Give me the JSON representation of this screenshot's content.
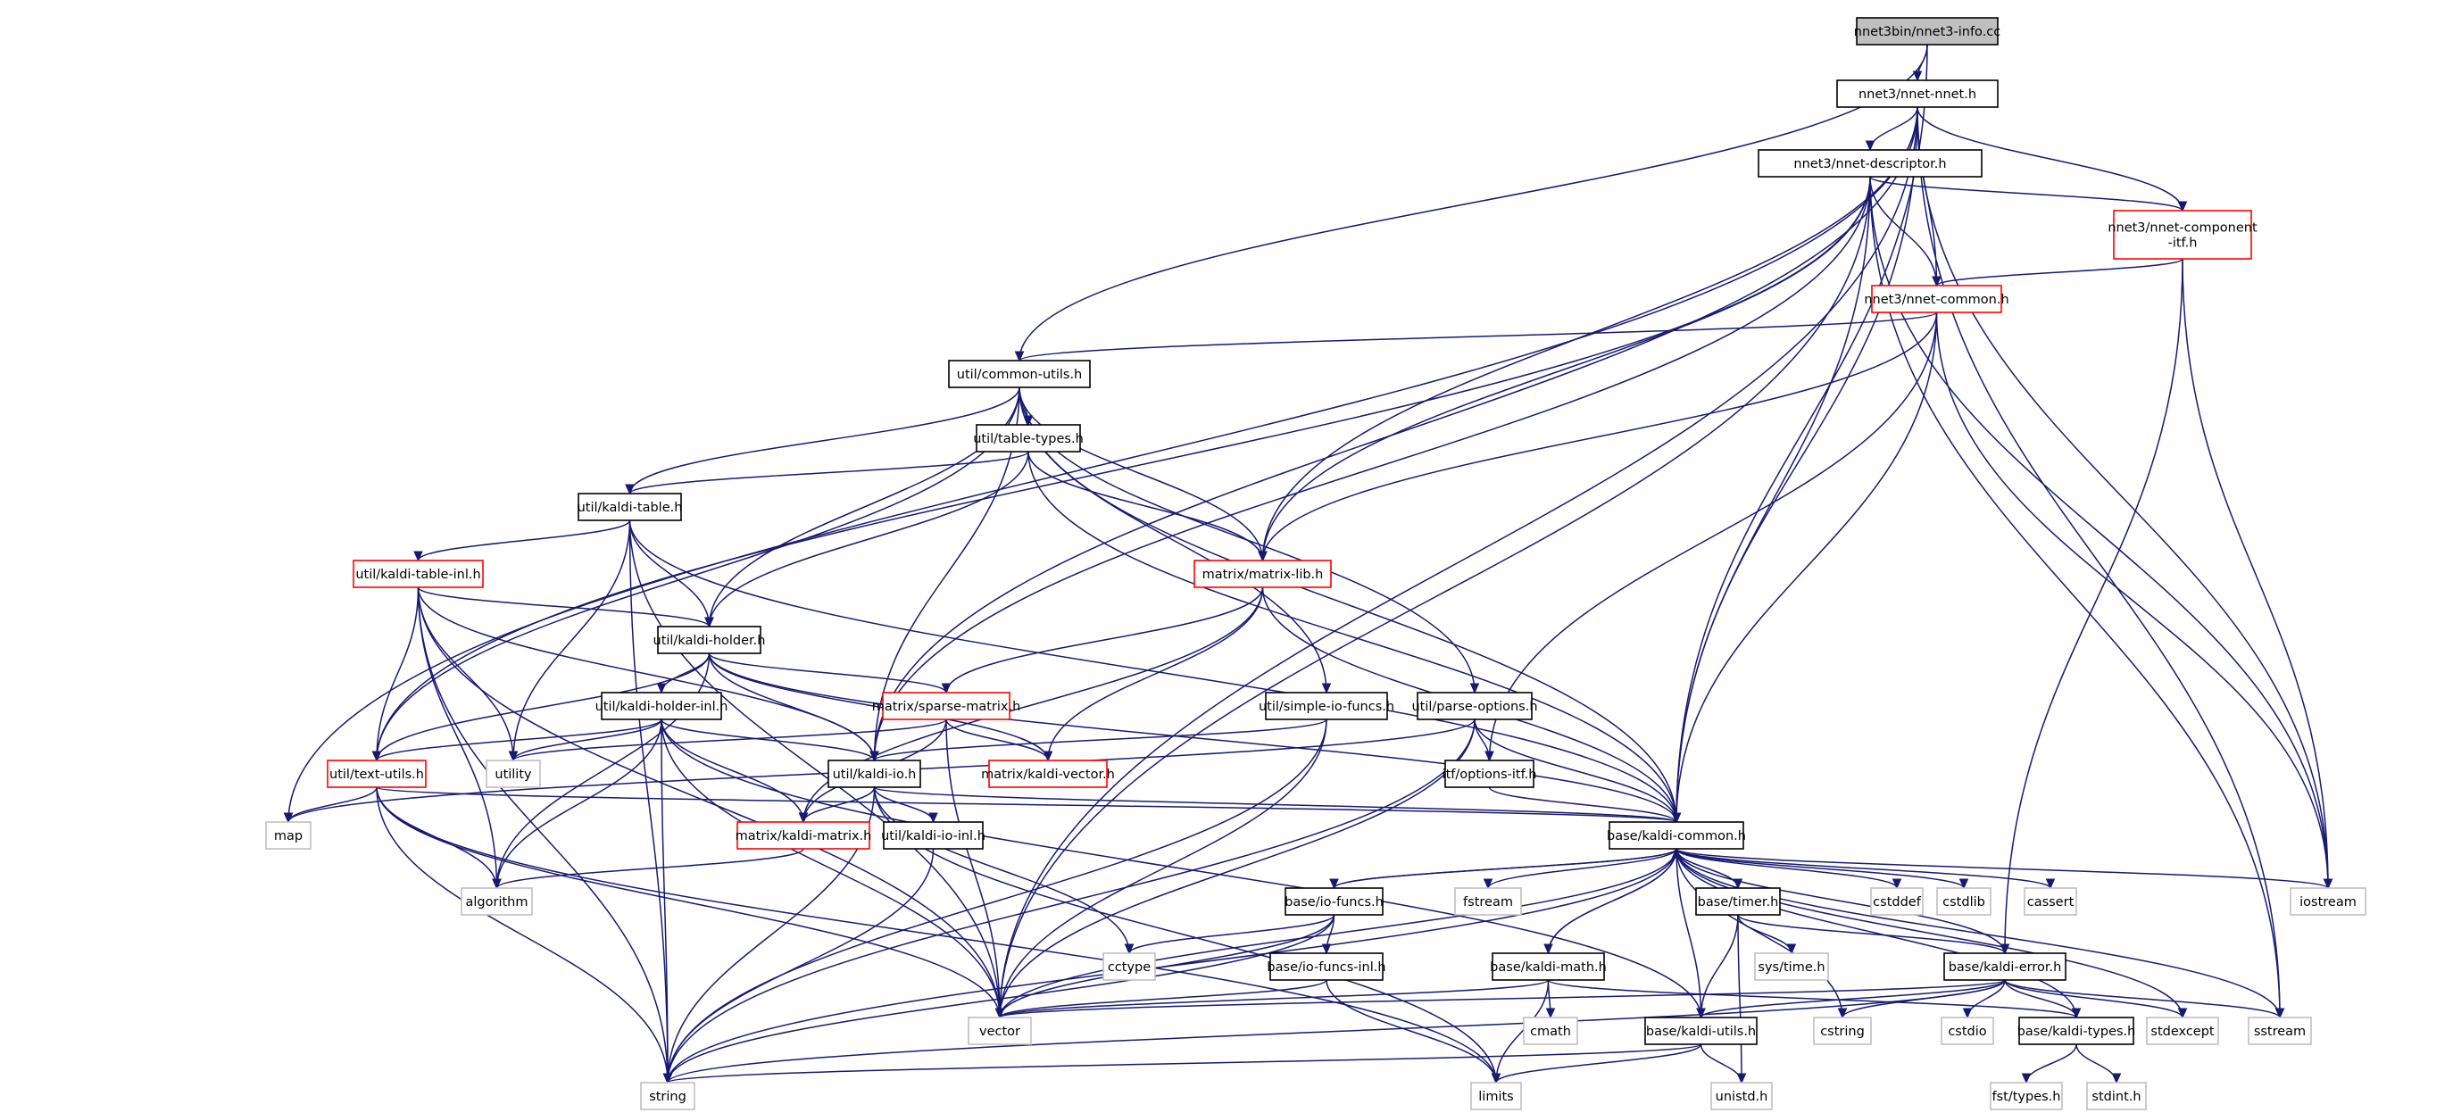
{
  "colors": {
    "edge": "#191970",
    "border_normal": "#000000",
    "border_truncated": "#ff0000",
    "border_system": "#bfbfbf",
    "root_fill": "#bfbfbf",
    "node_fill": "#ffffff"
  },
  "nodes": [
    {
      "id": "root",
      "label": "nnet3bin/nnet3-info.cc",
      "kind": "root"
    },
    {
      "id": "nnet_nnet",
      "label": "nnet3/nnet-nnet.h",
      "kind": "normal"
    },
    {
      "id": "nnet_desc",
      "label": "nnet3/nnet-descriptor.h",
      "kind": "normal"
    },
    {
      "id": "nnet_comp",
      "label": "nnet3/nnet-component\n-itf.h",
      "kind": "truncated"
    },
    {
      "id": "nnet_common",
      "label": "nnet3/nnet-common.h",
      "kind": "truncated"
    },
    {
      "id": "common_utils",
      "label": "util/common-utils.h",
      "kind": "normal"
    },
    {
      "id": "table_types",
      "label": "util/table-types.h",
      "kind": "normal"
    },
    {
      "id": "kaldi_table",
      "label": "util/kaldi-table.h",
      "kind": "normal"
    },
    {
      "id": "matrix_lib",
      "label": "matrix/matrix-lib.h",
      "kind": "truncated"
    },
    {
      "id": "kaldi_table_inl",
      "label": "util/kaldi-table-inl.h",
      "kind": "truncated"
    },
    {
      "id": "kaldi_holder",
      "label": "util/kaldi-holder.h",
      "kind": "normal"
    },
    {
      "id": "kaldi_holder_inl",
      "label": "util/kaldi-holder-inl.h",
      "kind": "normal"
    },
    {
      "id": "sparse_matrix",
      "label": "matrix/sparse-matrix.h",
      "kind": "truncated"
    },
    {
      "id": "simple_io",
      "label": "util/simple-io-funcs.h",
      "kind": "normal"
    },
    {
      "id": "parse_options",
      "label": "util/parse-options.h",
      "kind": "normal"
    },
    {
      "id": "text_utils",
      "label": "util/text-utils.h",
      "kind": "truncated"
    },
    {
      "id": "utility",
      "label": "utility",
      "kind": "system"
    },
    {
      "id": "kaldi_io",
      "label": "util/kaldi-io.h",
      "kind": "normal"
    },
    {
      "id": "kaldi_vector",
      "label": "matrix/kaldi-vector.h",
      "kind": "truncated"
    },
    {
      "id": "options_itf",
      "label": "itf/options-itf.h",
      "kind": "normal"
    },
    {
      "id": "map",
      "label": "map",
      "kind": "system"
    },
    {
      "id": "kaldi_matrix",
      "label": "matrix/kaldi-matrix.h",
      "kind": "truncated"
    },
    {
      "id": "kaldi_io_inl",
      "label": "util/kaldi-io-inl.h",
      "kind": "normal"
    },
    {
      "id": "kaldi_common",
      "label": "base/kaldi-common.h",
      "kind": "normal"
    },
    {
      "id": "algorithm",
      "label": "algorithm",
      "kind": "system"
    },
    {
      "id": "io_funcs",
      "label": "base/io-funcs.h",
      "kind": "normal"
    },
    {
      "id": "fstream",
      "label": "fstream",
      "kind": "system"
    },
    {
      "id": "timer",
      "label": "base/timer.h",
      "kind": "normal"
    },
    {
      "id": "cstddef",
      "label": "cstddef",
      "kind": "system"
    },
    {
      "id": "cstdlib",
      "label": "cstdlib",
      "kind": "system"
    },
    {
      "id": "cassert",
      "label": "cassert",
      "kind": "system"
    },
    {
      "id": "iostream",
      "label": "iostream",
      "kind": "system"
    },
    {
      "id": "cctype",
      "label": "cctype",
      "kind": "system"
    },
    {
      "id": "io_funcs_inl",
      "label": "base/io-funcs-inl.h",
      "kind": "normal"
    },
    {
      "id": "sys_time",
      "label": "sys/time.h",
      "kind": "system"
    },
    {
      "id": "kaldi_math",
      "label": "base/kaldi-math.h",
      "kind": "normal"
    },
    {
      "id": "kaldi_error",
      "label": "base/kaldi-error.h",
      "kind": "normal"
    },
    {
      "id": "vector",
      "label": "vector",
      "kind": "system"
    },
    {
      "id": "cmath",
      "label": "cmath",
      "kind": "system"
    },
    {
      "id": "kaldi_utils",
      "label": "base/kaldi-utils.h",
      "kind": "normal"
    },
    {
      "id": "cstring",
      "label": "cstring",
      "kind": "system"
    },
    {
      "id": "cstdio",
      "label": "cstdio",
      "kind": "system"
    },
    {
      "id": "kaldi_types",
      "label": "base/kaldi-types.h",
      "kind": "normal"
    },
    {
      "id": "stdexcept",
      "label": "stdexcept",
      "kind": "system"
    },
    {
      "id": "sstream",
      "label": "sstream",
      "kind": "system"
    },
    {
      "id": "string",
      "label": "string",
      "kind": "system"
    },
    {
      "id": "limits",
      "label": "limits",
      "kind": "system"
    },
    {
      "id": "unistd",
      "label": "unistd.h",
      "kind": "system"
    },
    {
      "id": "fst_types",
      "label": "fst/types.h",
      "kind": "system"
    },
    {
      "id": "stdint",
      "label": "stdint.h",
      "kind": "system"
    }
  ],
  "edges": [
    [
      "root",
      "nnet_nnet"
    ],
    [
      "root",
      "common_utils"
    ],
    [
      "root",
      "kaldi_common"
    ],
    [
      "nnet_nnet",
      "nnet_desc"
    ],
    [
      "nnet_nnet",
      "nnet_comp"
    ],
    [
      "nnet_nnet",
      "nnet_common"
    ],
    [
      "nnet_nnet",
      "matrix_lib"
    ],
    [
      "nnet_nnet",
      "kaldi_io"
    ],
    [
      "nnet_nnet",
      "map"
    ],
    [
      "nnet_nnet",
      "vector"
    ],
    [
      "nnet_nnet",
      "iostream"
    ],
    [
      "nnet_nnet",
      "sstream"
    ],
    [
      "nnet_nnet",
      "kaldi_common"
    ],
    [
      "nnet_desc",
      "nnet_comp"
    ],
    [
      "nnet_desc",
      "nnet_common"
    ],
    [
      "nnet_desc",
      "matrix_lib"
    ],
    [
      "nnet_desc",
      "text_utils"
    ],
    [
      "nnet_desc",
      "kaldi_io"
    ],
    [
      "nnet_desc",
      "kaldi_common"
    ],
    [
      "nnet_desc",
      "vector"
    ],
    [
      "nnet_desc",
      "iostream"
    ],
    [
      "nnet_desc",
      "sstream"
    ],
    [
      "nnet_comp",
      "nnet_common"
    ],
    [
      "nnet_comp",
      "iostream"
    ],
    [
      "nnet_comp",
      "kaldi_error"
    ],
    [
      "nnet_common",
      "common_utils"
    ],
    [
      "nnet_common",
      "matrix_lib"
    ],
    [
      "nnet_common",
      "kaldi_common"
    ],
    [
      "nnet_common",
      "options_itf"
    ],
    [
      "nnet_common",
      "iostream"
    ],
    [
      "common_utils",
      "table_types"
    ],
    [
      "common_utils",
      "kaldi_table"
    ],
    [
      "common_utils",
      "kaldi_holder"
    ],
    [
      "common_utils",
      "kaldi_io"
    ],
    [
      "common_utils",
      "matrix_lib"
    ],
    [
      "common_utils",
      "simple_io"
    ],
    [
      "common_utils",
      "parse_options"
    ],
    [
      "common_utils",
      "text_utils"
    ],
    [
      "common_utils",
      "kaldi_common"
    ],
    [
      "table_types",
      "kaldi_table"
    ],
    [
      "table_types",
      "kaldi_holder"
    ],
    [
      "table_types",
      "matrix_lib"
    ],
    [
      "table_types",
      "kaldi_common"
    ],
    [
      "kaldi_table",
      "kaldi_table_inl"
    ],
    [
      "kaldi_table",
      "kaldi_holder"
    ],
    [
      "kaldi_table",
      "utility"
    ],
    [
      "kaldi_table",
      "vector"
    ],
    [
      "kaldi_table",
      "string"
    ],
    [
      "kaldi_table",
      "kaldi_common"
    ],
    [
      "kaldi_table_inl",
      "kaldi_holder"
    ],
    [
      "kaldi_table_inl",
      "text_utils"
    ],
    [
      "kaldi_table_inl",
      "utility"
    ],
    [
      "kaldi_table_inl",
      "algorithm"
    ],
    [
      "kaldi_table_inl",
      "kaldi_io"
    ],
    [
      "kaldi_table_inl",
      "vector"
    ],
    [
      "kaldi_table_inl",
      "string"
    ],
    [
      "matrix_lib",
      "sparse_matrix"
    ],
    [
      "matrix_lib",
      "kaldi_vector"
    ],
    [
      "matrix_lib",
      "kaldi_matrix"
    ],
    [
      "matrix_lib",
      "kaldi_common"
    ],
    [
      "kaldi_holder",
      "kaldi_holder_inl"
    ],
    [
      "kaldi_holder",
      "sparse_matrix"
    ],
    [
      "kaldi_holder",
      "kaldi_io"
    ],
    [
      "kaldi_holder",
      "text_utils"
    ],
    [
      "kaldi_holder",
      "algorithm"
    ],
    [
      "kaldi_holder",
      "kaldi_vector"
    ],
    [
      "kaldi_holder",
      "kaldi_common"
    ],
    [
      "kaldi_holder_inl",
      "text_utils"
    ],
    [
      "kaldi_holder_inl",
      "utility"
    ],
    [
      "kaldi_holder_inl",
      "kaldi_io"
    ],
    [
      "kaldi_holder_inl",
      "kaldi_matrix"
    ],
    [
      "kaldi_holder_inl",
      "algorithm"
    ],
    [
      "kaldi_holder_inl",
      "vector"
    ],
    [
      "kaldi_holder_inl",
      "string"
    ],
    [
      "kaldi_holder_inl",
      "kaldi_utils"
    ],
    [
      "sparse_matrix",
      "kaldi_vector"
    ],
    [
      "sparse_matrix",
      "kaldi_matrix"
    ],
    [
      "sparse_matrix",
      "utility"
    ],
    [
      "sparse_matrix",
      "vector"
    ],
    [
      "simple_io",
      "kaldi_io"
    ],
    [
      "simple_io",
      "vector"
    ],
    [
      "simple_io",
      "string"
    ],
    [
      "parse_options",
      "options_itf"
    ],
    [
      "parse_options",
      "kaldi_common"
    ],
    [
      "parse_options",
      "map"
    ],
    [
      "parse_options",
      "vector"
    ],
    [
      "parse_options",
      "string"
    ],
    [
      "text_utils",
      "map"
    ],
    [
      "text_utils",
      "algorithm"
    ],
    [
      "text_utils",
      "vector"
    ],
    [
      "text_utils",
      "string"
    ],
    [
      "text_utils",
      "limits"
    ],
    [
      "text_utils",
      "kaldi_common"
    ],
    [
      "kaldi_io",
      "kaldi_io_inl"
    ],
    [
      "kaldi_io",
      "kaldi_matrix"
    ],
    [
      "kaldi_io",
      "kaldi_common"
    ],
    [
      "kaldi_io",
      "cctype"
    ],
    [
      "kaldi_io",
      "string"
    ],
    [
      "kaldi_io",
      "limits"
    ],
    [
      "options_itf",
      "kaldi_common"
    ],
    [
      "kaldi_matrix",
      "algorithm"
    ],
    [
      "kaldi_io_inl",
      "string"
    ],
    [
      "kaldi_common",
      "io_funcs"
    ],
    [
      "kaldi_common",
      "fstream"
    ],
    [
      "kaldi_common",
      "timer"
    ],
    [
      "kaldi_common",
      "cstddef"
    ],
    [
      "kaldi_common",
      "cstdlib"
    ],
    [
      "kaldi_common",
      "cassert"
    ],
    [
      "kaldi_common",
      "iostream"
    ],
    [
      "kaldi_common",
      "kaldi_math"
    ],
    [
      "kaldi_common",
      "kaldi_error"
    ],
    [
      "kaldi_common",
      "kaldi_utils"
    ],
    [
      "kaldi_common",
      "kaldi_types"
    ],
    [
      "kaldi_common",
      "cstring"
    ],
    [
      "kaldi_common",
      "vector"
    ],
    [
      "kaldi_common",
      "string"
    ],
    [
      "kaldi_common",
      "stdexcept"
    ],
    [
      "kaldi_common",
      "sstream"
    ],
    [
      "io_funcs",
      "io_funcs_inl"
    ],
    [
      "io_funcs",
      "cctype"
    ],
    [
      "io_funcs",
      "vector"
    ],
    [
      "io_funcs",
      "string"
    ],
    [
      "io_funcs",
      "kaldi_common"
    ],
    [
      "io_funcs_inl",
      "vector"
    ],
    [
      "io_funcs_inl",
      "limits"
    ],
    [
      "timer",
      "sys_time"
    ],
    [
      "timer",
      "kaldi_error"
    ],
    [
      "timer",
      "kaldi_utils"
    ],
    [
      "timer",
      "unistd"
    ],
    [
      "kaldi_math",
      "cmath"
    ],
    [
      "kaldi_math",
      "limits"
    ],
    [
      "kaldi_math",
      "vector"
    ],
    [
      "kaldi_math",
      "kaldi_types"
    ],
    [
      "kaldi_math",
      "kaldi_common"
    ],
    [
      "kaldi_error",
      "kaldi_types"
    ],
    [
      "kaldi_error",
      "kaldi_utils"
    ],
    [
      "kaldi_error",
      "vector"
    ],
    [
      "kaldi_error",
      "string"
    ],
    [
      "kaldi_error",
      "cstring"
    ],
    [
      "kaldi_error",
      "cstdio"
    ],
    [
      "kaldi_error",
      "stdexcept"
    ],
    [
      "kaldi_error",
      "sstream"
    ],
    [
      "kaldi_utils",
      "string"
    ],
    [
      "kaldi_utils",
      "limits"
    ],
    [
      "kaldi_utils",
      "unistd"
    ],
    [
      "kaldi_types",
      "fst_types"
    ],
    [
      "kaldi_types",
      "stdint"
    ]
  ]
}
